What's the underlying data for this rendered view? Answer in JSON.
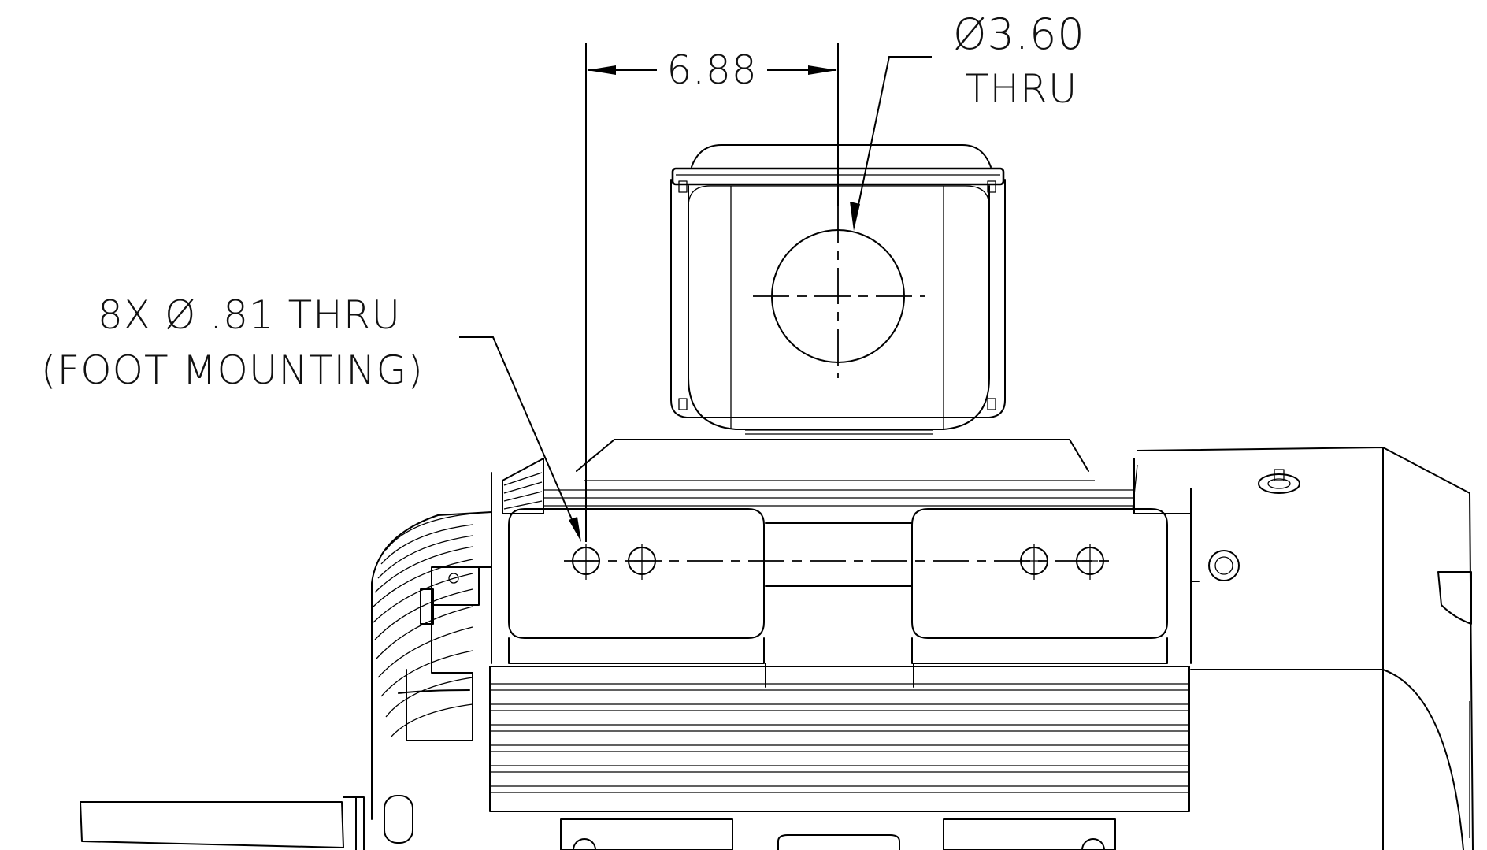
{
  "drawing": {
    "top_dimension": {
      "value": "6.88"
    },
    "hole_callout": {
      "diameter_symbol": "Ø",
      "size": "3.60",
      "type": "THRU"
    },
    "foot_callout": {
      "line1": "8X Ø .81 THRU",
      "line2": "(FOOT MOUNTING)"
    }
  }
}
